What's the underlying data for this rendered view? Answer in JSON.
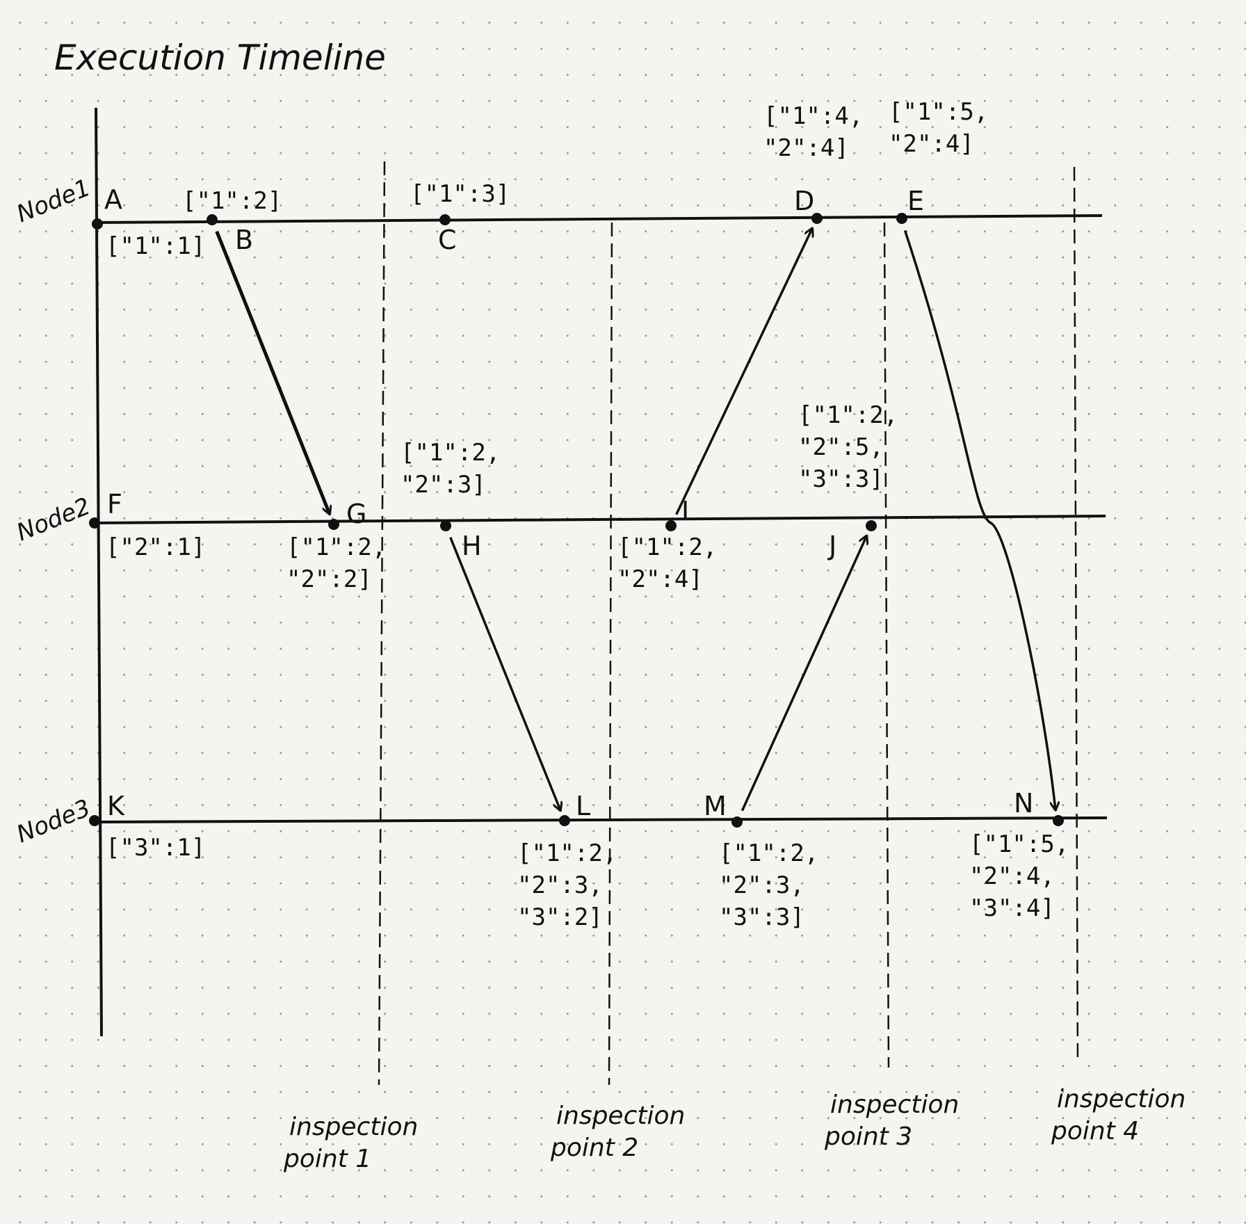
{
  "title": "Execution Timeline",
  "nodes": [
    {
      "label": "Node1"
    },
    {
      "label": "Node2"
    },
    {
      "label": "Node3"
    }
  ],
  "events": [
    {
      "id": "A",
      "clock": [
        "[\"1\":1]"
      ]
    },
    {
      "id": "B",
      "clock": [
        "[\"1\":2]"
      ]
    },
    {
      "id": "C",
      "clock": [
        "[\"1\":3]"
      ]
    },
    {
      "id": "D",
      "clock": [
        "[\"1\":4,",
        "\"2\":4]"
      ]
    },
    {
      "id": "E",
      "clock": [
        "[\"1\":5,",
        "\"2\":4]"
      ]
    },
    {
      "id": "F",
      "clock": [
        "[\"2\":1]"
      ]
    },
    {
      "id": "G",
      "clock": [
        "[\"1\":2,",
        "\"2\":2]"
      ]
    },
    {
      "id": "H",
      "clock": [
        "[\"1\":2,",
        "\"2\":3]"
      ]
    },
    {
      "id": "I",
      "clock": [
        "[\"1\":2,",
        "\"2\":4]"
      ]
    },
    {
      "id": "J",
      "clock": [
        "[\"1\":2,",
        "\"2\":5,",
        "\"3\":3]"
      ]
    },
    {
      "id": "K",
      "clock": [
        "[\"3\":1]"
      ]
    },
    {
      "id": "L",
      "clock": [
        "[\"1\":2,",
        "\"2\":3,",
        "\"3\":2]"
      ]
    },
    {
      "id": "M",
      "clock": [
        "[\"1\":2,",
        "\"2\":3,",
        "\"3\":3]"
      ]
    },
    {
      "id": "N",
      "clock": [
        "[\"1\":5,",
        "\"2\":4,",
        "\"3\":4]"
      ]
    }
  ],
  "messages": [
    {
      "from": "B",
      "to": "G"
    },
    {
      "from": "H",
      "to": "L"
    },
    {
      "from": "I",
      "to": "D"
    },
    {
      "from": "M",
      "to": "J"
    },
    {
      "from": "E",
      "to": "N"
    }
  ],
  "inspection_points": [
    {
      "label": [
        "inspection",
        "point 1"
      ]
    },
    {
      "label": [
        "inspection",
        "point 2"
      ]
    },
    {
      "label": [
        "inspection",
        "point 3"
      ]
    },
    {
      "label": [
        "inspection",
        "point 4"
      ]
    }
  ]
}
